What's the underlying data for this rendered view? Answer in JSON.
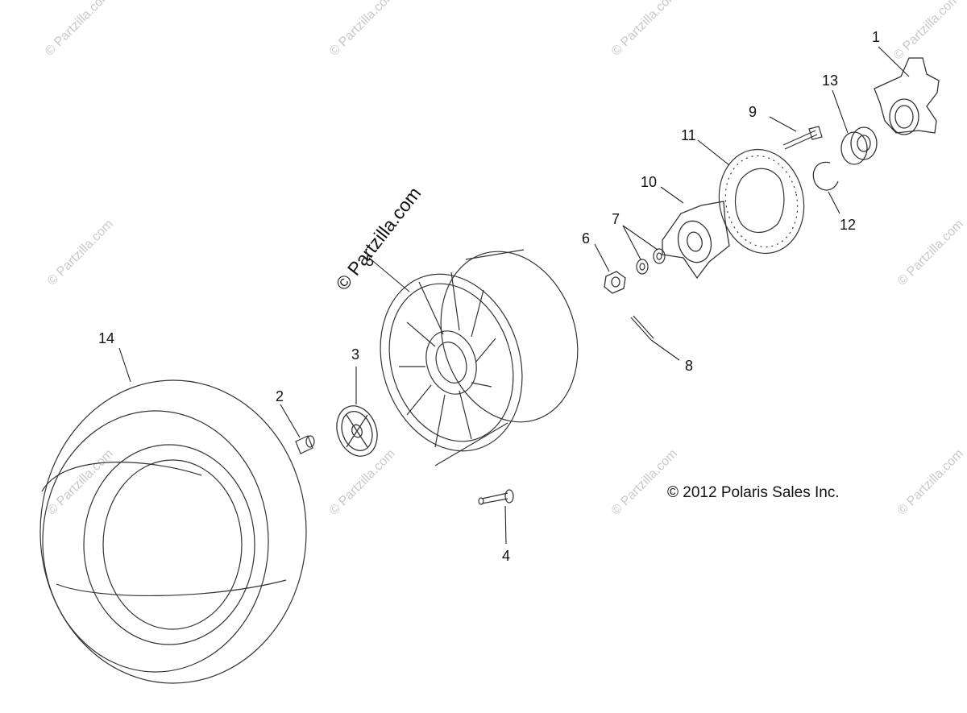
{
  "parts": {
    "callouts": [
      "1",
      "2",
      "3",
      "4",
      "5",
      "6",
      "7",
      "8",
      "9",
      "10",
      "11",
      "12",
      "13",
      "14"
    ]
  },
  "copyright": "© 2012 Polaris Sales Inc.",
  "watermark": {
    "main": "© Partzilla.com",
    "repeat": "© Partzilla.com"
  }
}
